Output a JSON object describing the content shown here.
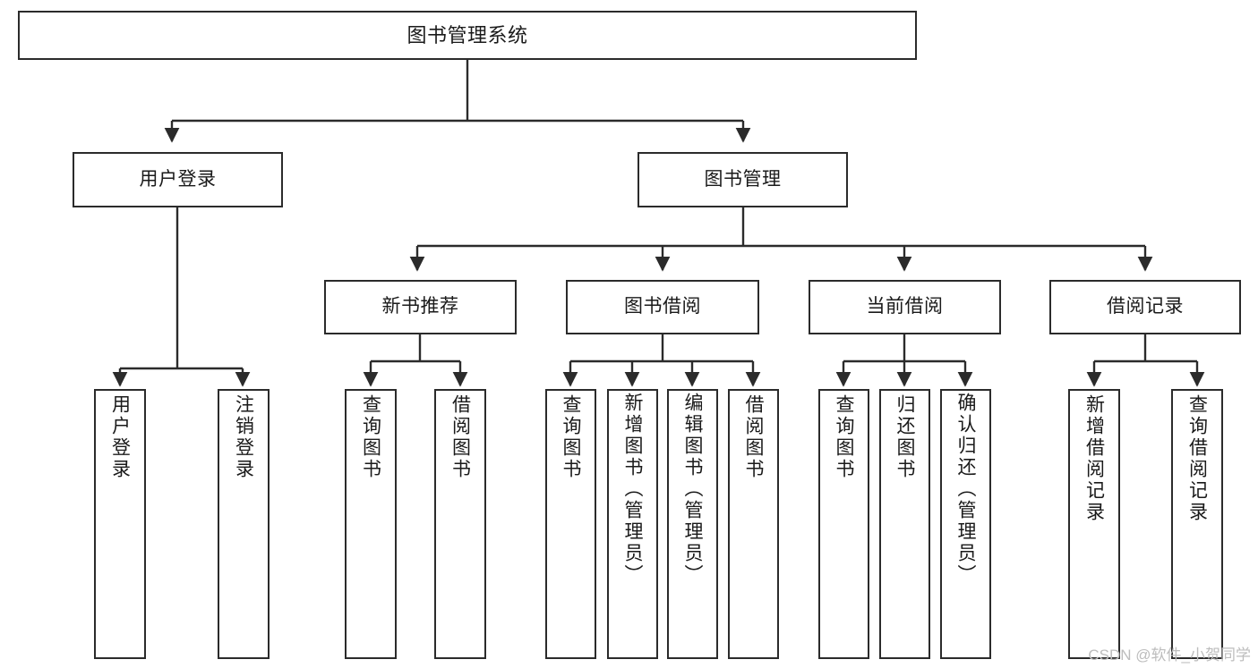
{
  "diagram": {
    "type": "tree-hierarchy-chart",
    "title": "图书管理系统",
    "colors": {
      "stroke": "#2b2b2b",
      "fill": "#ffffff",
      "text": "#1a1a1a",
      "watermark": "#bdbdbd"
    },
    "root": {
      "label": "图书管理系统"
    },
    "level2": [
      {
        "label": "用户登录"
      },
      {
        "label": "图书管理"
      }
    ],
    "level3": [
      {
        "label": "新书推荐"
      },
      {
        "label": "图书借阅"
      },
      {
        "label": "当前借阅"
      },
      {
        "label": "借阅记录"
      }
    ],
    "leaves": {
      "user_login": [
        {
          "label": "用户登录"
        },
        {
          "label": "注销登录"
        }
      ],
      "new_book_recommend": [
        {
          "label": "查询图书"
        },
        {
          "label": "借阅图书"
        }
      ],
      "book_borrow": [
        {
          "label": "查询图书"
        },
        {
          "label": "新增图书（管理员）"
        },
        {
          "label": "编辑图书（管理员）"
        },
        {
          "label": "借阅图书"
        }
      ],
      "current_borrow": [
        {
          "label": "查询图书"
        },
        {
          "label": "归还图书"
        },
        {
          "label": "确认归还（管理员）"
        }
      ],
      "borrow_record": [
        {
          "label": "新增借阅记录"
        },
        {
          "label": "查询借阅记录"
        }
      ]
    },
    "watermark": "CSDN @软件_小贺同学"
  }
}
